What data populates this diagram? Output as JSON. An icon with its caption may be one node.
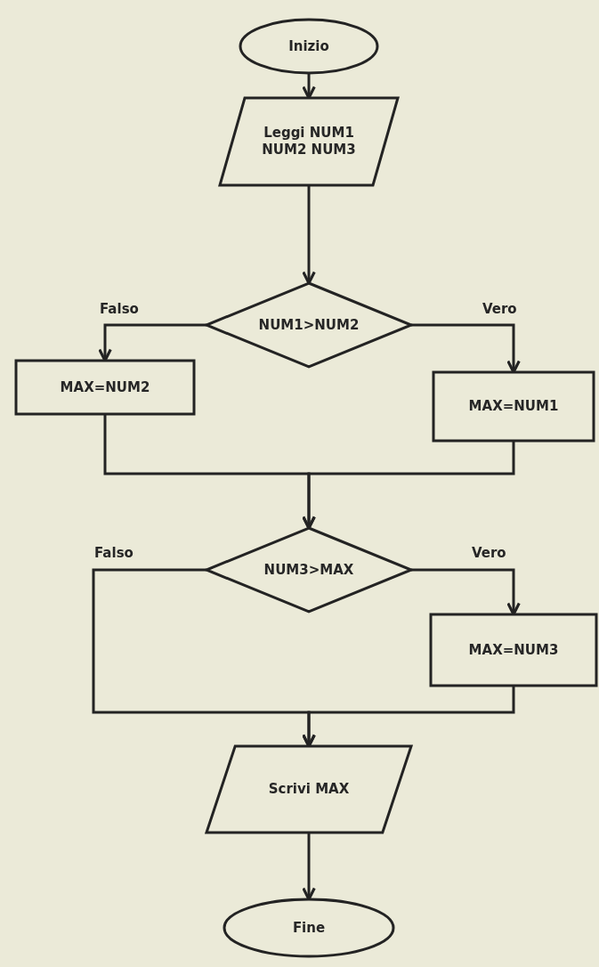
{
  "diagram": {
    "nodes": [
      {
        "text": [
          "Inizio"
        ]
      },
      {
        "text": [
          "Leggi NUM1 NUM2 NUM3"
        ]
      },
      {
        "text": [
          "NUM1>NUM2"
        ]
      },
      {
        "text": [
          "MAX=NUM2"
        ]
      },
      {
        "text": [
          "MAX=NUM1"
        ]
      },
      {
        "text": [
          "NUM3>MAX"
        ]
      },
      {
        "text": [
          "MAX=NUM3"
        ]
      },
      {
        "text": [
          "Scrivi MAX"
        ]
      },
      {
        "text": [
          "Fine"
        ]
      }
    ],
    "edges": [
      {
        "from": 0,
        "to": 1,
        "arrow": "to"
      },
      {
        "from": 1,
        "to": 2,
        "arrow": "to"
      },
      {
        "from": 2,
        "to": 3,
        "arrow": "to",
        "label": "Falso"
      },
      {
        "from": 2,
        "to": 4,
        "arrow": "to",
        "label": "Vero"
      },
      {
        "from": 3,
        "to": 5,
        "arrow": "to"
      },
      {
        "from": 4,
        "to": 5,
        "arrow": "to"
      },
      {
        "from": 5,
        "to": 6,
        "arrow": "to",
        "label": "Vero"
      },
      {
        "from": 5,
        "to": 7,
        "arrow": "to",
        "label": "Falso"
      },
      {
        "from": 6,
        "to": 7,
        "arrow": "to"
      },
      {
        "from": 7,
        "to": 8,
        "arrow": "to"
      }
    ]
  }
}
